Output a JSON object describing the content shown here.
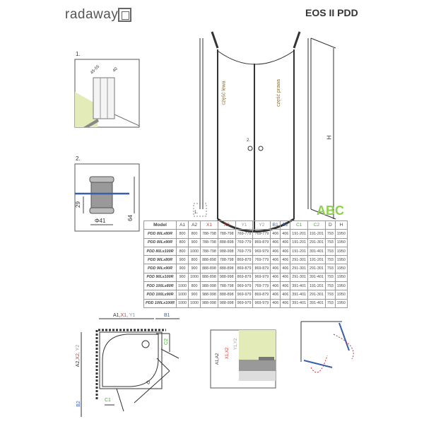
{
  "brand": "radaway",
  "title": "EOS II PDD",
  "watermark": "ABC",
  "detail1": {
    "num": "1.",
    "dim_a": "45-55",
    "dim_b": "40"
  },
  "detail2": {
    "num": "2.",
    "dim_h1": "29",
    "dim_d": "Φ41",
    "dim_h2": "64"
  },
  "main_drawing": {
    "left_label": "część lewa",
    "right_label": "część prawa",
    "height_label": "H",
    "callout1": "1.",
    "callout2": "2."
  },
  "plan": {
    "top_dim": [
      "A1,",
      "X1,",
      "Y1"
    ],
    "b1": "B1",
    "side_dim": [
      "A2,",
      "X2,",
      "Y2"
    ],
    "b2": "B2",
    "c1": "C1",
    "c2": "C2",
    "d": "D"
  },
  "section": {
    "a": "A1,A2",
    "x": "X1,X2",
    "y": "Y1,Y2"
  },
  "colors": {
    "x": "#d9332b",
    "b": "#3a5fa8",
    "c": "#4aa83a",
    "y": "#999999",
    "wall": "#e3ecb8"
  },
  "table": {
    "headers": [
      "Model",
      "A1",
      "A2",
      "X1",
      "X2",
      "Y1",
      "Y2",
      "B1",
      "B2",
      "C1",
      "C2",
      "D",
      "H"
    ],
    "rows": [
      [
        "PDD 80Lx80R",
        "800",
        "800",
        "788-798",
        "788-798",
        "769-779",
        "769-779",
        "406",
        "406",
        "191-201",
        "191-201",
        "793",
        "1950"
      ],
      [
        "PDD 80Lx90R",
        "800",
        "900",
        "788-798",
        "888-898",
        "769-779",
        "869-879",
        "406",
        "406",
        "191-201",
        "291-301",
        "793",
        "1950"
      ],
      [
        "PDD 80Lx100R",
        "800",
        "1000",
        "788-798",
        "988-998",
        "769-779",
        "969-979",
        "406",
        "406",
        "191-201",
        "391-401",
        "793",
        "1950"
      ],
      [
        "PDD 90Lx80R",
        "900",
        "800",
        "888-898",
        "788-798",
        "869-879",
        "769-779",
        "406",
        "406",
        "291-301",
        "191-201",
        "793",
        "1950"
      ],
      [
        "PDD 90Lx90R",
        "900",
        "900",
        "888-898",
        "888-898",
        "869-879",
        "869-879",
        "406",
        "406",
        "291-301",
        "291-301",
        "793",
        "1950"
      ],
      [
        "PDD 90Lx100R",
        "900",
        "1000",
        "888-898",
        "988-998",
        "869-879",
        "969-979",
        "406",
        "406",
        "291-301",
        "391-401",
        "793",
        "1950"
      ],
      [
        "PDD 100Lx80R",
        "1000",
        "800",
        "988-998",
        "788-798",
        "969-979",
        "769-779",
        "406",
        "406",
        "391-401",
        "191-201",
        "793",
        "1950"
      ],
      [
        "PDD 100Lx90R",
        "1000",
        "900",
        "988-998",
        "888-898",
        "969-979",
        "869-879",
        "406",
        "406",
        "391-401",
        "291-301",
        "793",
        "1950"
      ],
      [
        "PDD 100Lx100R",
        "1000",
        "1000",
        "988-998",
        "988-998",
        "969-979",
        "969-979",
        "406",
        "406",
        "391-401",
        "391-401",
        "793",
        "1950"
      ]
    ]
  }
}
